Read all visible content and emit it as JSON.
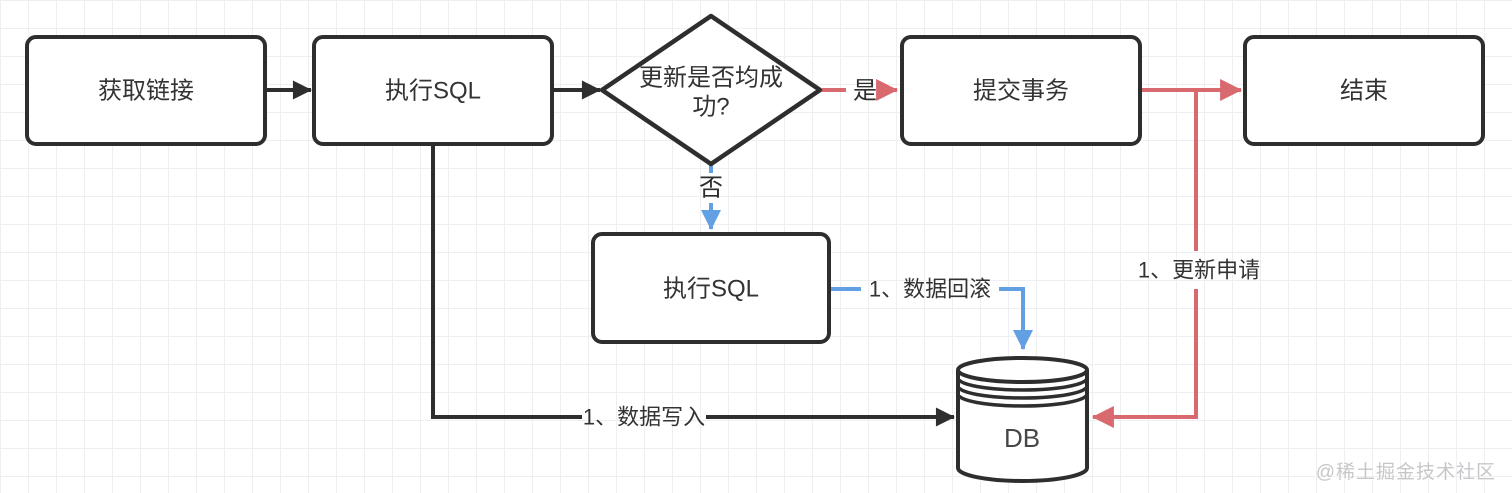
{
  "diagram": {
    "nodes": {
      "get_connection": {
        "label": "获取链接"
      },
      "execute_sql_top": {
        "label": "执行SQL"
      },
      "decision": {
        "label": "更新是否均成功?",
        "lines": [
          "更新是否均成",
          "功?"
        ]
      },
      "commit_transaction": {
        "label": "提交事务"
      },
      "end": {
        "label": "结束"
      },
      "execute_sql_rollback": {
        "label": "执行SQL"
      },
      "database": {
        "label": "DB"
      }
    },
    "edge_labels": {
      "yes": "是",
      "no": "否",
      "data_rollback": "1、数据回滚",
      "data_write": "1、数据写入",
      "update_request": "1、更新申请"
    },
    "colors": {
      "line_black": "#2e2e2e",
      "line_red": "#d8696f",
      "line_blue": "#62a0e3",
      "node_fill": "#ffffff",
      "node_border": "#2e2e2e"
    }
  },
  "watermark": {
    "text": "@稀土掘金技术社区"
  }
}
